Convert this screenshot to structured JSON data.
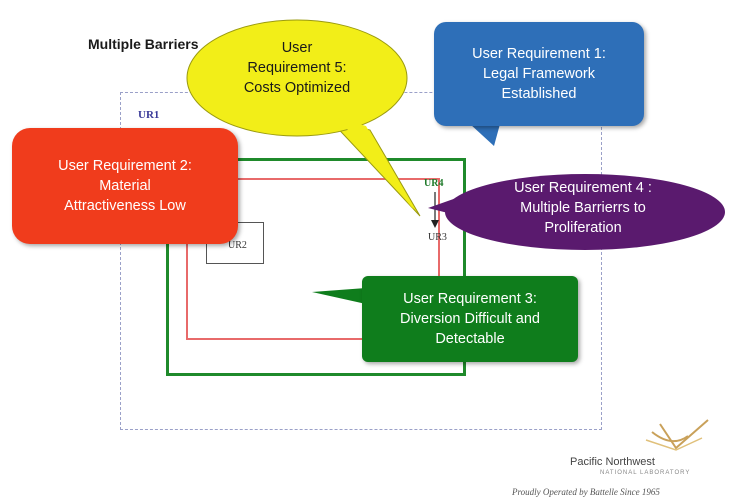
{
  "title": "Multiple Barriers",
  "labels": {
    "ur1": "UR1",
    "ur2": "UR2",
    "ur3": "UR3",
    "ur4": "UR4"
  },
  "callouts": {
    "req1": {
      "line1": "User Requirement 1:",
      "line2": "Legal Framework",
      "line3": "Established",
      "color": "#2e6fb8"
    },
    "req2": {
      "line1": "User Requirement 2:",
      "line2": "Material",
      "line3": "Attractiveness Low",
      "color": "#f03c1c"
    },
    "req3": {
      "line1": "User Requirement 3:",
      "line2": "Diversion Difficult and",
      "line3": "Detectable",
      "color": "#0f7d1c"
    },
    "req4": {
      "line1": "User Requirement 4 :",
      "line2": "Multiple Barrierrs to",
      "line3": "Proliferation",
      "color": "#5a1a6e"
    },
    "req5": {
      "line1": "User",
      "line2": "Requirement 5:",
      "line3": "Costs Optimized",
      "color": "#f2ee18"
    }
  },
  "logo": {
    "name": "Pacific Northwest",
    "sub": "NATIONAL LABORATORY",
    "tagline": "Proudly Operated by Battelle Since 1965",
    "icon": "pnnl-logo-icon"
  }
}
